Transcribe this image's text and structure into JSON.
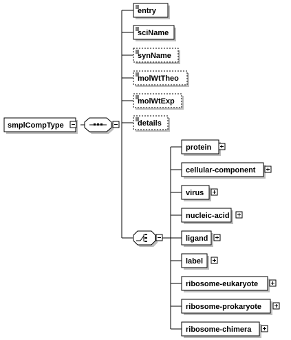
{
  "root": {
    "label": "smplCompType",
    "expand_icon": "collapse-minus-icon"
  },
  "sequence": {
    "symbol": "sequence-compositor-icon",
    "elements": [
      {
        "label": "entry",
        "optional": false,
        "type": "simple-element-icon"
      },
      {
        "label": "sciName",
        "optional": false,
        "type": "simple-element-icon"
      },
      {
        "label": "synName",
        "optional": true,
        "type": "simple-element-icon"
      },
      {
        "label": "molWtTheo",
        "optional": true,
        "type": "simple-element-icon"
      },
      {
        "label": "molWtExp",
        "optional": true,
        "type": "simple-element-icon"
      },
      {
        "label": "details",
        "optional": true,
        "type": "simple-element-icon"
      }
    ]
  },
  "choice": {
    "symbol": "choice-compositor-icon",
    "elements": [
      {
        "label": "protein",
        "expand_icon": "expand-plus-icon"
      },
      {
        "label": "cellular-component",
        "expand_icon": "expand-plus-icon"
      },
      {
        "label": "virus",
        "expand_icon": "expand-plus-icon"
      },
      {
        "label": "nucleic-acid",
        "expand_icon": "expand-plus-icon"
      },
      {
        "label": "ligand",
        "expand_icon": "expand-plus-icon"
      },
      {
        "label": "label",
        "expand_icon": "expand-plus-icon"
      },
      {
        "label": "ribosome-eukaryote",
        "expand_icon": "expand-plus-icon"
      },
      {
        "label": "ribosome-prokaryote",
        "expand_icon": "expand-plus-icon"
      },
      {
        "label": "ribosome-chimera",
        "expand_icon": "expand-plus-icon"
      }
    ]
  },
  "colors": {
    "line": "#000000",
    "box_fill": "#ffffff",
    "shadow": "#bdbdbd"
  }
}
